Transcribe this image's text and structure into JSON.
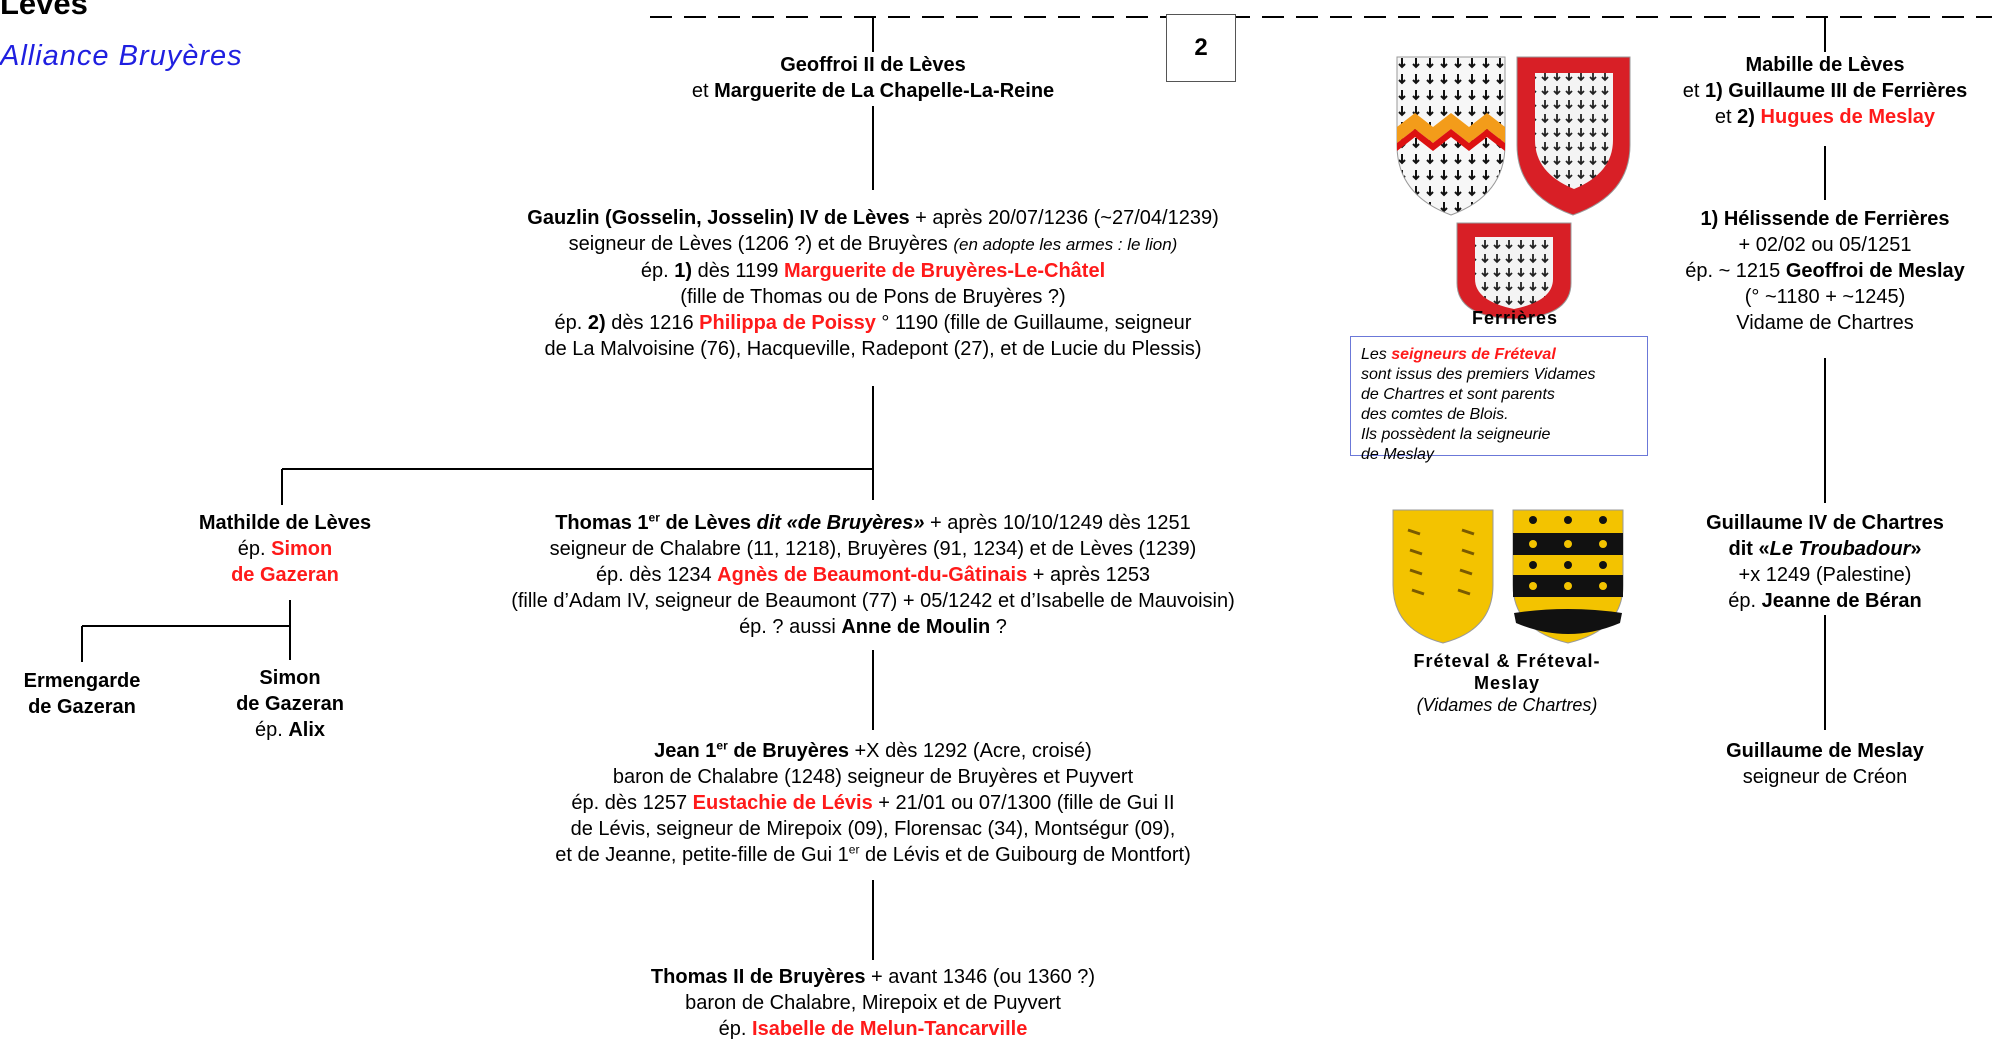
{
  "header": {
    "title": "Lèves",
    "subtitle": "Alliance Bruyères",
    "page_number": "2"
  },
  "geoffroi": {
    "l1": "Geoffroi II de Lèves",
    "l2_pre": "et ",
    "l2_name": "Marguerite de La Chapelle-La-Reine"
  },
  "gauzlin": {
    "name": "Gauzlin (Gosselin, Josselin) IV de Lèves",
    "death": " + après 20/07/1236 (~27/04/1239)",
    "l2a": "seigneur de Lèves (1206 ?) et de Bruyères ",
    "l2b": "(en adopte les armes : le lion)",
    "l3a": "ép. ",
    "l3b": "1)",
    "l3c": " dès 1199 ",
    "l3d": "Marguerite de Bruyères-Le-Châtel",
    "l4": "(fille de Thomas ou de Pons de Bruyères ?)",
    "l5a": "ép. ",
    "l5b": "2)",
    "l5c": " dès 1216 ",
    "l5d": "Philippa de Poissy",
    "l5e": " ° 1190 (fille de Guillaume, seigneur",
    "l6": "de La Malvoisine (76), Hacqueville, Radepont (27), et de Lucie du Plessis)"
  },
  "mathilde": {
    "l1": "Mathilde de Lèves",
    "l2a": "ép. ",
    "l2b": "Simon",
    "l3": "de Gazeran"
  },
  "ermengarde": {
    "l1": "Ermengarde",
    "l2": "de Gazeran"
  },
  "simon": {
    "l1": "Simon",
    "l2": "de Gazeran",
    "l3a": "ép. ",
    "l3b": "Alix"
  },
  "thomas1": {
    "l1a": "Thomas 1",
    "l1sup": "er",
    "l1b": " de Lèves ",
    "l1c": "dit «de Bruyères»",
    "l1d": " + après 10/10/1249 dès 1251",
    "l2": "seigneur de Chalabre (11, 1218), Bruyères (91, 1234) et de Lèves (1239)",
    "l3a": "ép. dès 1234 ",
    "l3b": "Agnès de Beaumont-du-Gâtinais",
    "l3c": " + après 1253",
    "l4": "(fille d’Adam IV, seigneur de Beaumont (77) + 05/1242 et d’Isabelle de Mauvoisin)",
    "l5a": "ép. ? aussi ",
    "l5b": "Anne de Moulin",
    "l5c": " ?"
  },
  "jean": {
    "l1a": "Jean 1",
    "l1sup": "er",
    "l1b": " de Bruyères",
    "l1c": " +X dès 1292 (Acre, croisé)",
    "l2": "baron de Chalabre (1248) seigneur de Bruyères et Puyvert",
    "l3a": "ép. dès 1257 ",
    "l3b": "Eustachie de Lévis",
    "l3c": " + 21/01 ou 07/1300 (fille de Gui II",
    "l4": "de Lévis, seigneur de Mirepoix (09), Florensac (34), Montségur (09),",
    "l5a": "et de Jeanne, petite-fille de Gui 1",
    "l5sup": "er",
    "l5b": " de Lévis et de Guibourg de Montfort)"
  },
  "thomas2": {
    "l1a": "Thomas II de Bruyères",
    "l1b": " + avant 1346 (ou 1360 ?)",
    "l2": "baron de Chalabre, Mirepoix et de Puyvert",
    "l3a": "ép. ",
    "l3b": "Isabelle de Melun-Tancarville"
  },
  "mabille": {
    "l1": "Mabille de Lèves",
    "l2a": "et ",
    "l2b": "1) Guillaume III de Ferrières",
    "l3a": "et ",
    "l3b": "2)",
    "l3c": " ",
    "l3d": "Hugues de Meslay"
  },
  "helissende": {
    "l1": "1) Hélissende de Ferrières",
    "l2": "+ 02/02 ou 05/1251",
    "l3a": "ép. ~ 1215 ",
    "l3b": "Geoffroi de Meslay",
    "l4": "(° ~1180 + ~1245)",
    "l5": "Vidame de Chartres"
  },
  "guillaume4": {
    "l1": "Guillaume IV de Chartres",
    "l2a": "dit «",
    "l2b": "Le Troubadour",
    "l2c": "»",
    "l3": "+x 1249 (Palestine)",
    "l4a": "ép. ",
    "l4b": "Jeanne de Béran"
  },
  "guillaume_meslay": {
    "l1": "Guillaume de Meslay",
    "l2": "seigneur de Créon"
  },
  "ferrieres_caption": "Ferrières",
  "note": {
    "l1a": "Les ",
    "l1b": "seigneurs de Fréteval",
    "l2": "sont issus des premiers Vidames",
    "l3": "de Chartres et sont parents",
    "l4": "des comtes de Blois.",
    "l5": "Ils possèdent la seigneurie",
    "l6": "de Meslay"
  },
  "freteval_caption": {
    "l1": "Fréteval & Fréteval-",
    "l2": "Meslay",
    "l3": "(Vidames de Chartres)"
  },
  "colors": {
    "red": "#ff1a1a",
    "blue": "#1f1fe0",
    "gold": "#f3c300",
    "black": "#111111"
  }
}
